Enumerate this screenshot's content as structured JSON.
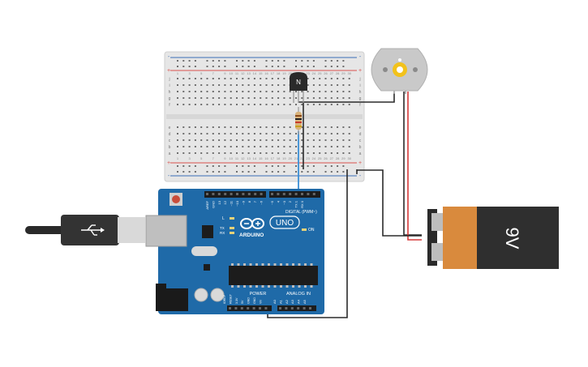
{
  "colors": {
    "breadboard": "#e8e8e8",
    "rail_red": "#d9534f",
    "rail_blue": "#3b6fb6",
    "arduino_board": "#1f6aa8",
    "arduino_dark": "#174f80",
    "wire_black": "#2b2b2b",
    "wire_blue": "#3a8fd6",
    "wire_red": "#d63a3a",
    "battery_orange": "#d98a3d",
    "battery_black": "#2f2f2f",
    "motor_grey": "#c9c9c9",
    "motor_gear": "#f2c21b"
  },
  "breadboard": {
    "row_letters_top": [
      "j",
      "i",
      "h",
      "g",
      "f"
    ],
    "row_letters_bottom": [
      "e",
      "d",
      "c",
      "b",
      "a"
    ],
    "rail_signs_top": [
      "-",
      "+"
    ],
    "rail_signs_bottom": [
      "+",
      "-"
    ],
    "column_numbers": [
      "1",
      "2",
      "3",
      "4",
      "5",
      "6",
      "7",
      "8",
      "9",
      "10",
      "11",
      "12",
      "13",
      "14",
      "15",
      "16",
      "17",
      "18",
      "19",
      "20",
      "21",
      "22",
      "23",
      "24",
      "25",
      "26",
      "27",
      "28",
      "29",
      "30"
    ]
  },
  "transistor": {
    "label": "N"
  },
  "arduino": {
    "brand": "ARDUINO",
    "model": "UNO",
    "digital_header_label": "DIGITAL (PWM~)",
    "power_label": "POWER",
    "analog_label": "ANALOG IN",
    "on_label": "ON",
    "led_l": "L",
    "led_tx": "TX",
    "led_rx": "RX",
    "pins_top": [
      "AREF",
      "GND",
      "13",
      "12",
      "~11",
      "~10",
      "~9",
      "8",
      "7",
      "~6",
      "~5",
      "4",
      "~3",
      "2",
      "TX 1",
      "RX 0"
    ],
    "pins_power": [
      "IOREF",
      "RESET",
      "3.3V",
      "5V",
      "GND",
      "GND",
      "Vin"
    ],
    "pins_analog": [
      "A0",
      "A1",
      "A2",
      "A3",
      "A4",
      "A5"
    ]
  },
  "battery": {
    "label": "9V"
  },
  "motor": {
    "gear_icon": "gear-icon"
  }
}
